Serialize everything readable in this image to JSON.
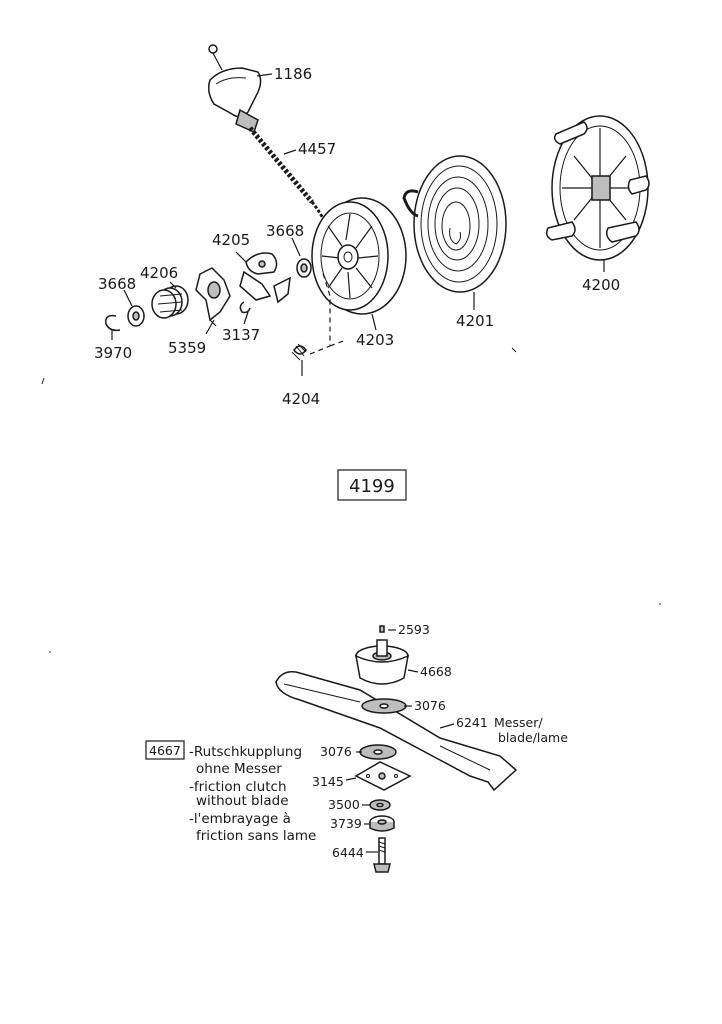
{
  "recoil_starter": {
    "group_number": "4199",
    "parts": [
      {
        "id": "1186"
      },
      {
        "id": "4457"
      },
      {
        "id": "3668"
      },
      {
        "id": "4205"
      },
      {
        "id": "4206"
      },
      {
        "id": "3668"
      },
      {
        "id": "5359"
      },
      {
        "id": "3137"
      },
      {
        "id": "3970"
      },
      {
        "id": "4203"
      },
      {
        "id": "4204"
      },
      {
        "id": "4201"
      },
      {
        "id": "4200"
      }
    ]
  },
  "blade_assembly": {
    "parts": [
      {
        "id": "2593"
      },
      {
        "id": "4668"
      },
      {
        "id": "3076"
      },
      {
        "id": "3076"
      },
      {
        "id": "3145"
      },
      {
        "id": "3500"
      },
      {
        "id": "3739"
      },
      {
        "id": "6444"
      }
    ],
    "blade": {
      "id": "6241",
      "desc_line1": "Messer/",
      "desc_line2": "blade/lame"
    },
    "clutch_note": {
      "box_id": "4667",
      "lines": [
        "-Rutschkupplung",
        "ohne Messer",
        "-friction clutch",
        "without blade",
        "-l'embrayage à",
        "friction sans lame"
      ]
    }
  }
}
